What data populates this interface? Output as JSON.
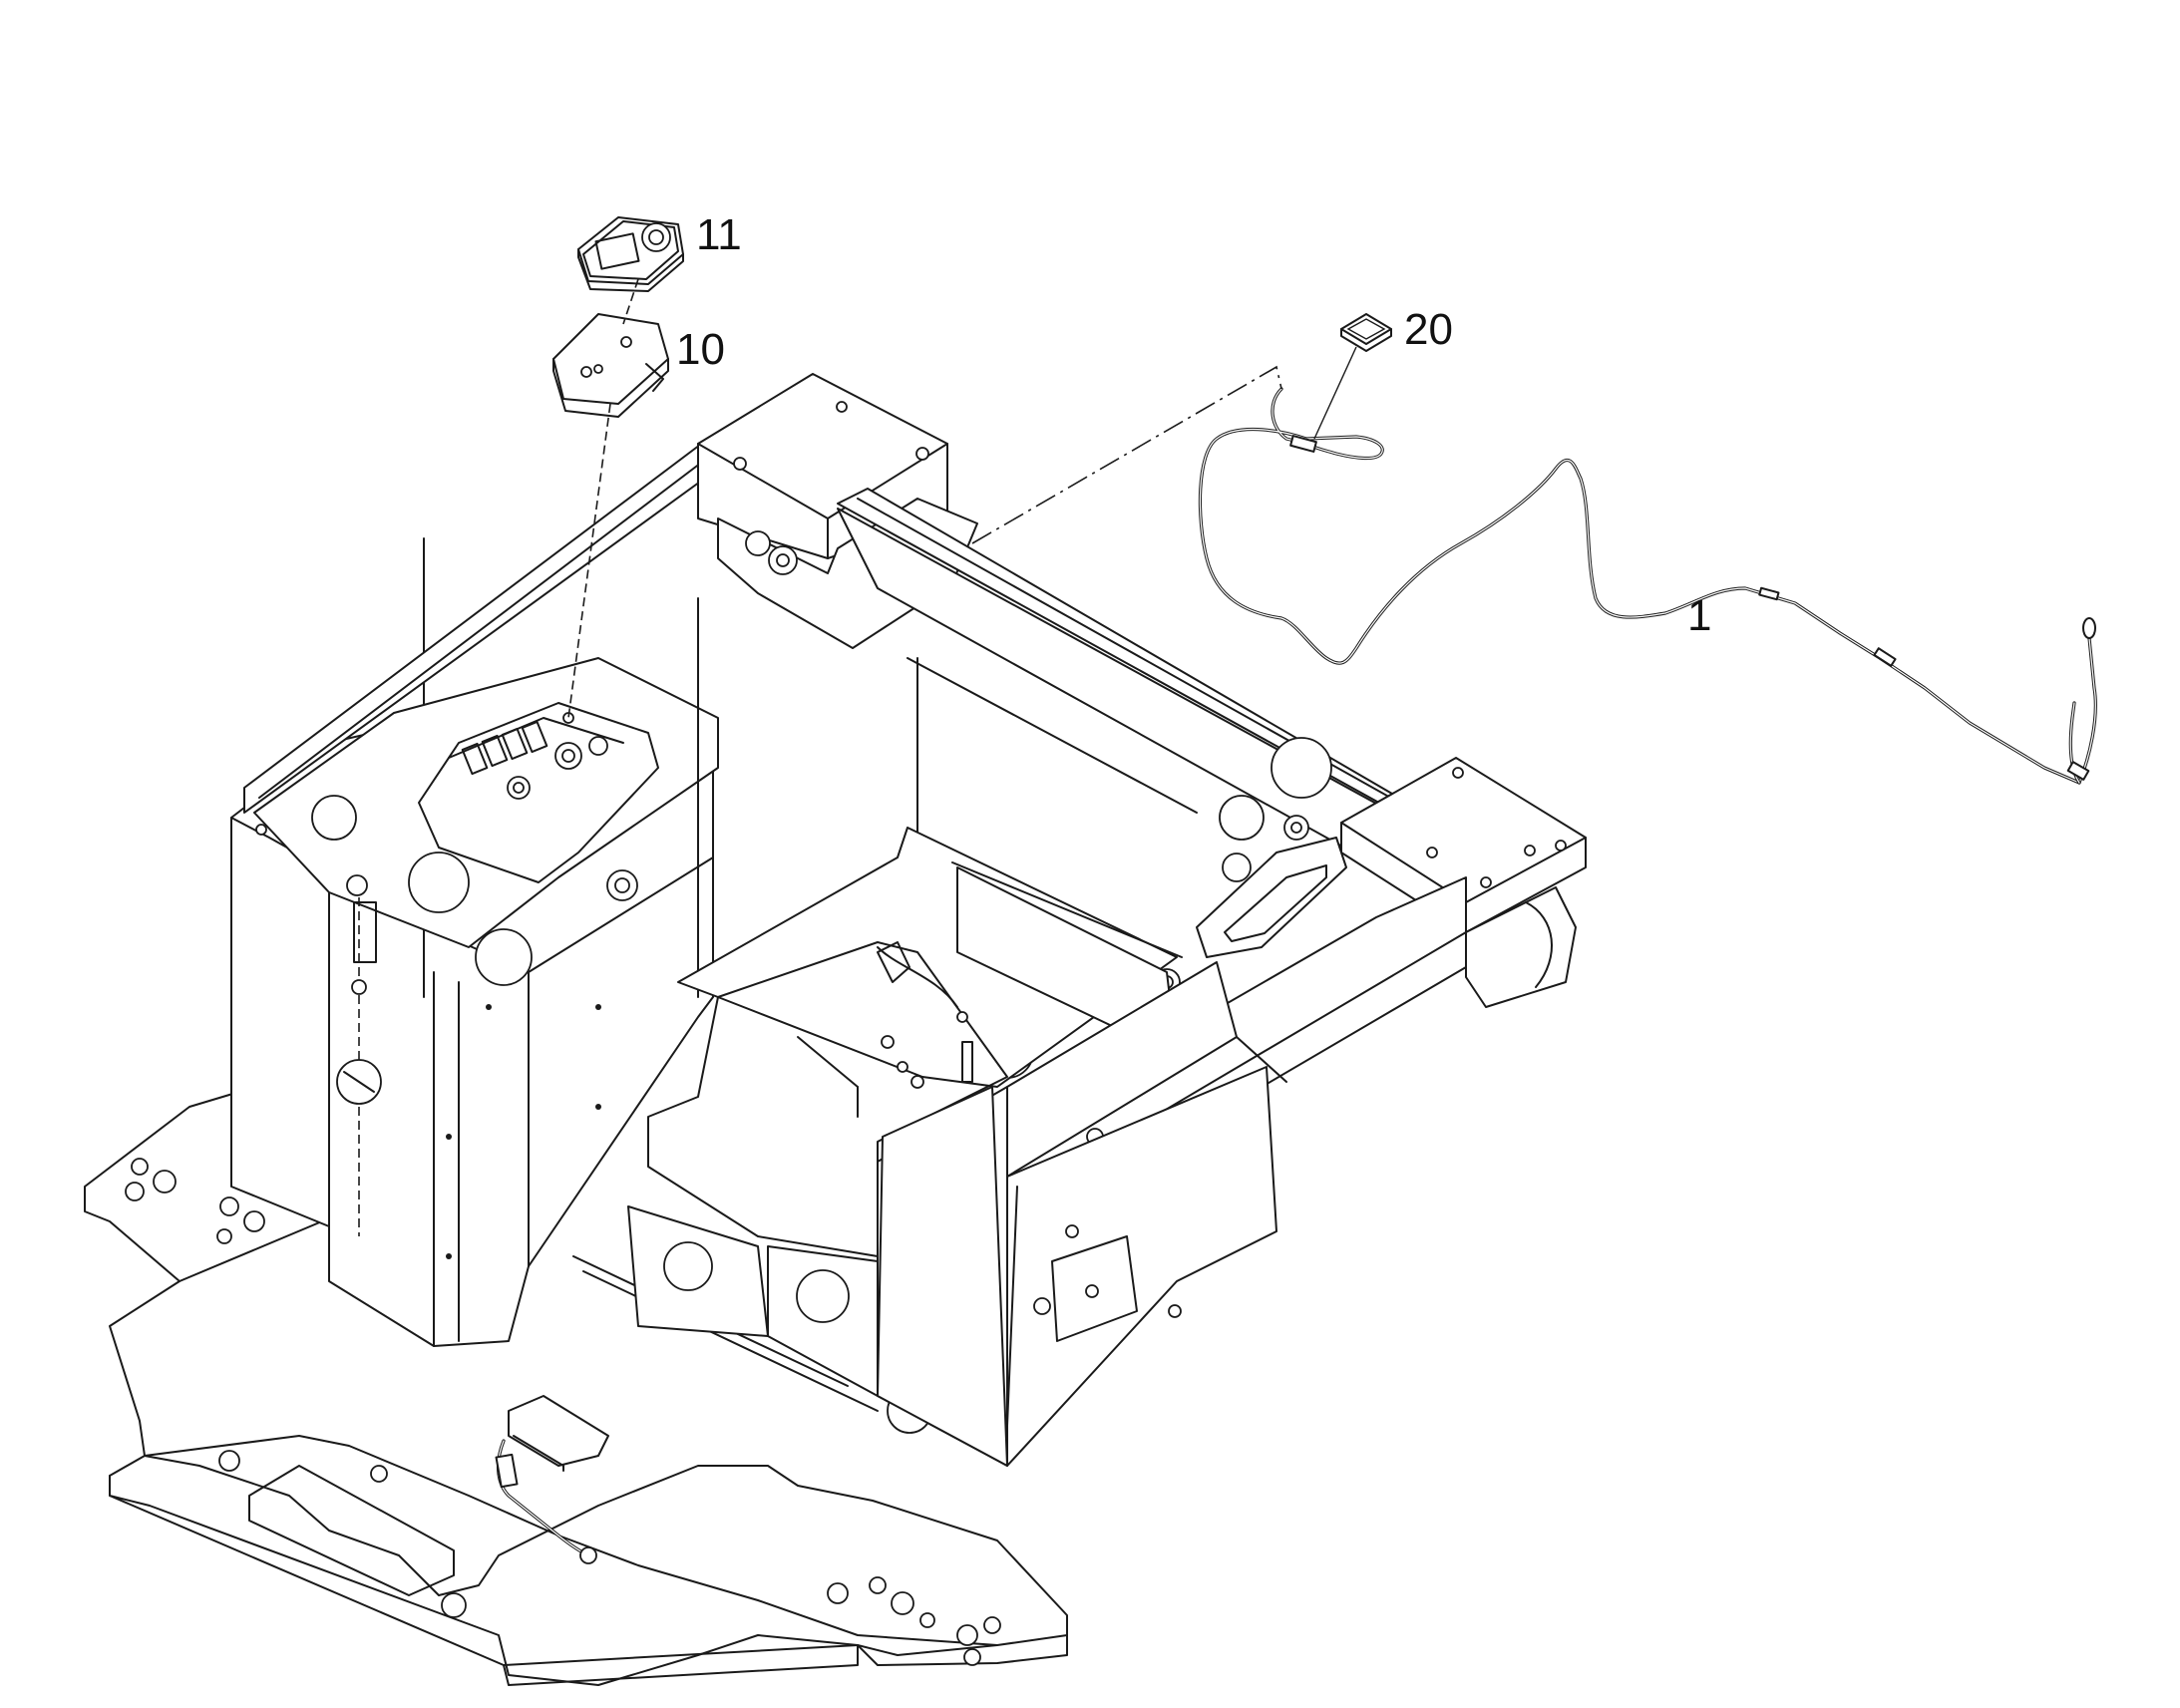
{
  "callouts": {
    "c11": "11",
    "c10": "10",
    "c20": "20",
    "c1": "1"
  }
}
